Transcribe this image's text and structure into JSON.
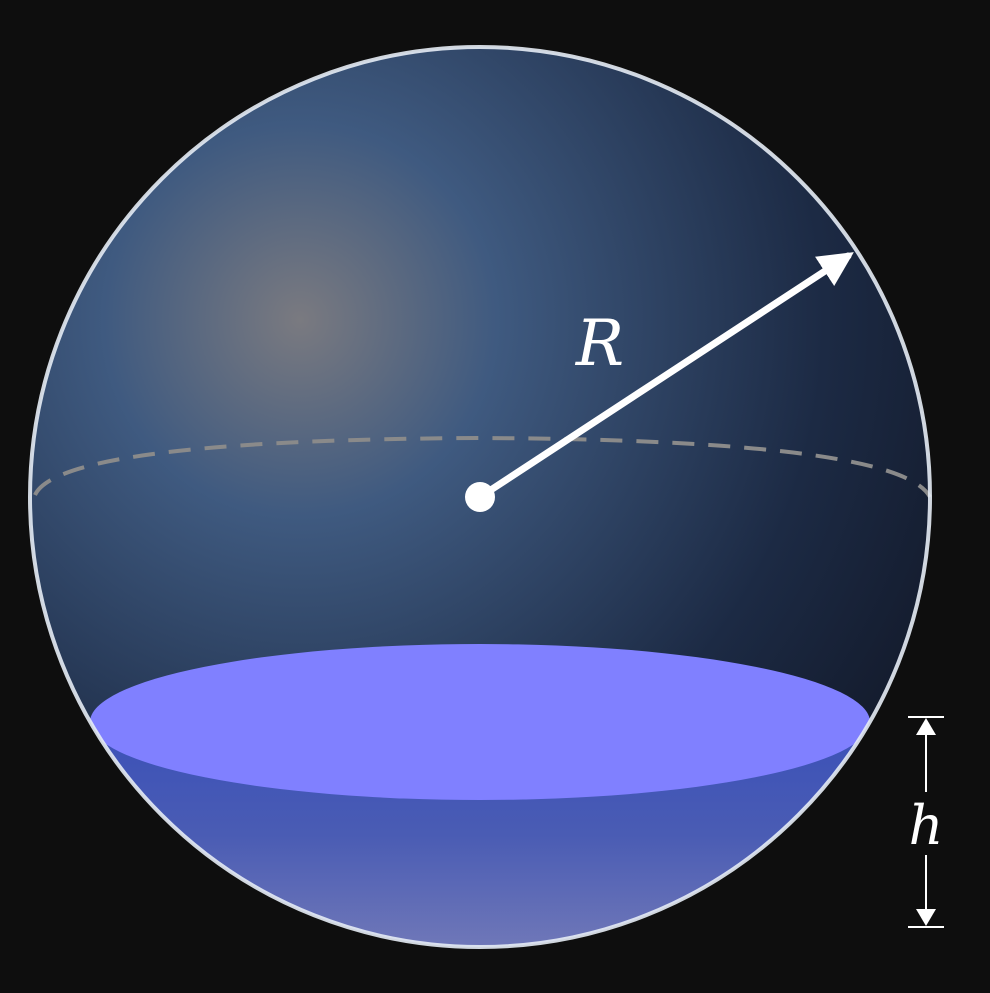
{
  "labels": {
    "radius": "R",
    "height": "h"
  },
  "colors": {
    "background": "#0e0e0e",
    "sphere_highlight": "#7a7a80",
    "sphere_mid": "#3f5a80",
    "sphere_dark": "#18243a",
    "outline": "#e6ecf5",
    "equator_dashed": "#8a8a8a",
    "liquid_surface": "#8080ff",
    "liquid_body_top": "#3e55b8",
    "liquid_body_bottom": "#7078b8",
    "arrow": "#ffffff"
  },
  "icons": {
    "center_point": "filled-circle",
    "radius_arrow": "arrow-head",
    "height_dimension": "double-arrow"
  }
}
